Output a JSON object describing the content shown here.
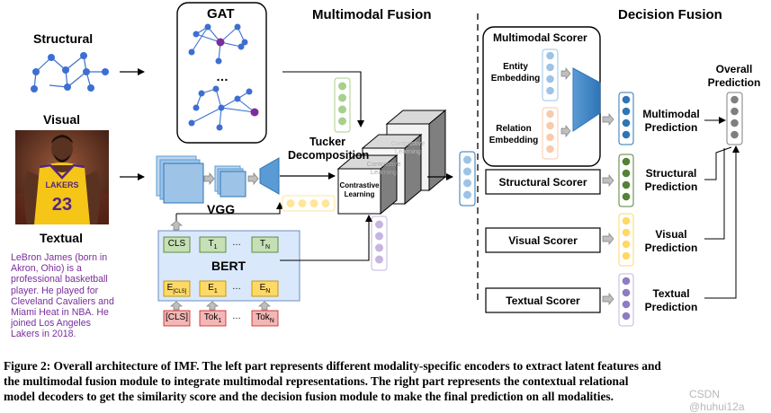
{
  "encoders": {
    "structural_label": "Structural",
    "visual_label": "Visual",
    "textual_label": "Textual",
    "gat_label": "GAT",
    "gat_ellipsis": "…",
    "vgg_label": "VGG",
    "bert_label": "BERT",
    "bert_top_tokens": [
      "CLS",
      "T",
      "…",
      "T"
    ],
    "bert_top_subs": [
      "",
      "1",
      "",
      "N"
    ],
    "bert_emb_tokens": [
      "E",
      "E",
      "…",
      "E"
    ],
    "bert_emb_subs": [
      "[CLS]",
      "1",
      "",
      "N"
    ],
    "bert_input_tokens": [
      "[CLS]",
      "Tok",
      "…",
      "Tok"
    ],
    "bert_input_subs": [
      "",
      "1",
      "",
      "N"
    ],
    "textual_description": [
      "LeBron James (born in",
      "Akron, Ohio) is a",
      "professional basketball",
      "player. He played for",
      "Cleveland Cavaliers and",
      "Miami Heat in NBA. He",
      "joined Los Angeles",
      "Lakers in 2018."
    ],
    "player_jersey_text": "LAKERS",
    "player_number": "23"
  },
  "fusion": {
    "title": "Multimodal Fusion",
    "tucker": [
      "Tucker",
      "Decomposition"
    ],
    "cube_front": [
      "Contrastive",
      "Learning"
    ],
    "cube_mid": [
      "Contrastive",
      "Learning"
    ],
    "cube_back": [
      "Contrastive",
      "Learning"
    ]
  },
  "decision": {
    "title": "Decision Fusion",
    "multimodal_scorer": "Multimodal Scorer",
    "entity_embedding": [
      "Entity",
      "Embedding"
    ],
    "relation_embedding": [
      "Relation",
      "Embedding"
    ],
    "structural_scorer": "Structural Scorer",
    "visual_scorer": "Visual Scorer",
    "textual_scorer": "Textual Scorer",
    "multimodal_prediction": [
      "Multimodal",
      "Prediction"
    ],
    "structural_prediction": [
      "Structural",
      "Prediction"
    ],
    "visual_prediction": [
      "Visual",
      "Prediction"
    ],
    "textual_prediction": [
      "Textual",
      "Prediction"
    ],
    "overall_prediction": [
      "Overall",
      "Prediction"
    ]
  },
  "caption": [
    "Figure 2: Overall architecture of IMF. The left part represents different modality-specific encoders to extract latent features and",
    "the multimodal fusion module to integrate multimodal representations. The right part represents the contextual relational",
    "model decoders to get the similarity score and the decision fusion module to make the final prediction on all modalities."
  ],
  "watermark": "CSDN @huhui12a",
  "colors": {
    "node_blue": "#3c6fd1",
    "node_purple": "#7a2e9c",
    "green_light": "#a8d08d",
    "green_border": "#548235",
    "blue_light": "#9dc3e6",
    "blue_dark": "#2e75b6",
    "yellow": "#ffe699",
    "purple_light": "#c5b5e0",
    "orange_light": "#f8cbad",
    "gray_dot": "#7f7f7f",
    "bert_bg": "#dae8fc",
    "cls_green": "#c5e0b4",
    "emb_yellow": "#ffd966",
    "tok_pink": "#f4b6b6",
    "text_purple": "#7a2e9c"
  }
}
